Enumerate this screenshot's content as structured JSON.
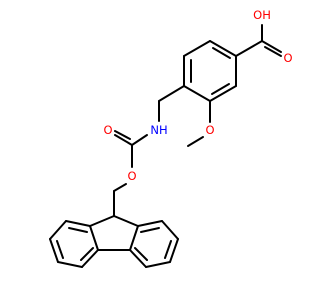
{
  "molecule": {
    "atom_labels": {
      "oh": "OH",
      "carbonyl_o_acid": "O",
      "nh": "NH",
      "carbonyl_o_carbamate": "O",
      "ester_o": "O",
      "methoxy_o": "O"
    },
    "colors": {
      "bond": "#000000",
      "oxygen": "#ff0000",
      "nitrogen": "#0000ff",
      "background": "#ffffff"
    }
  }
}
